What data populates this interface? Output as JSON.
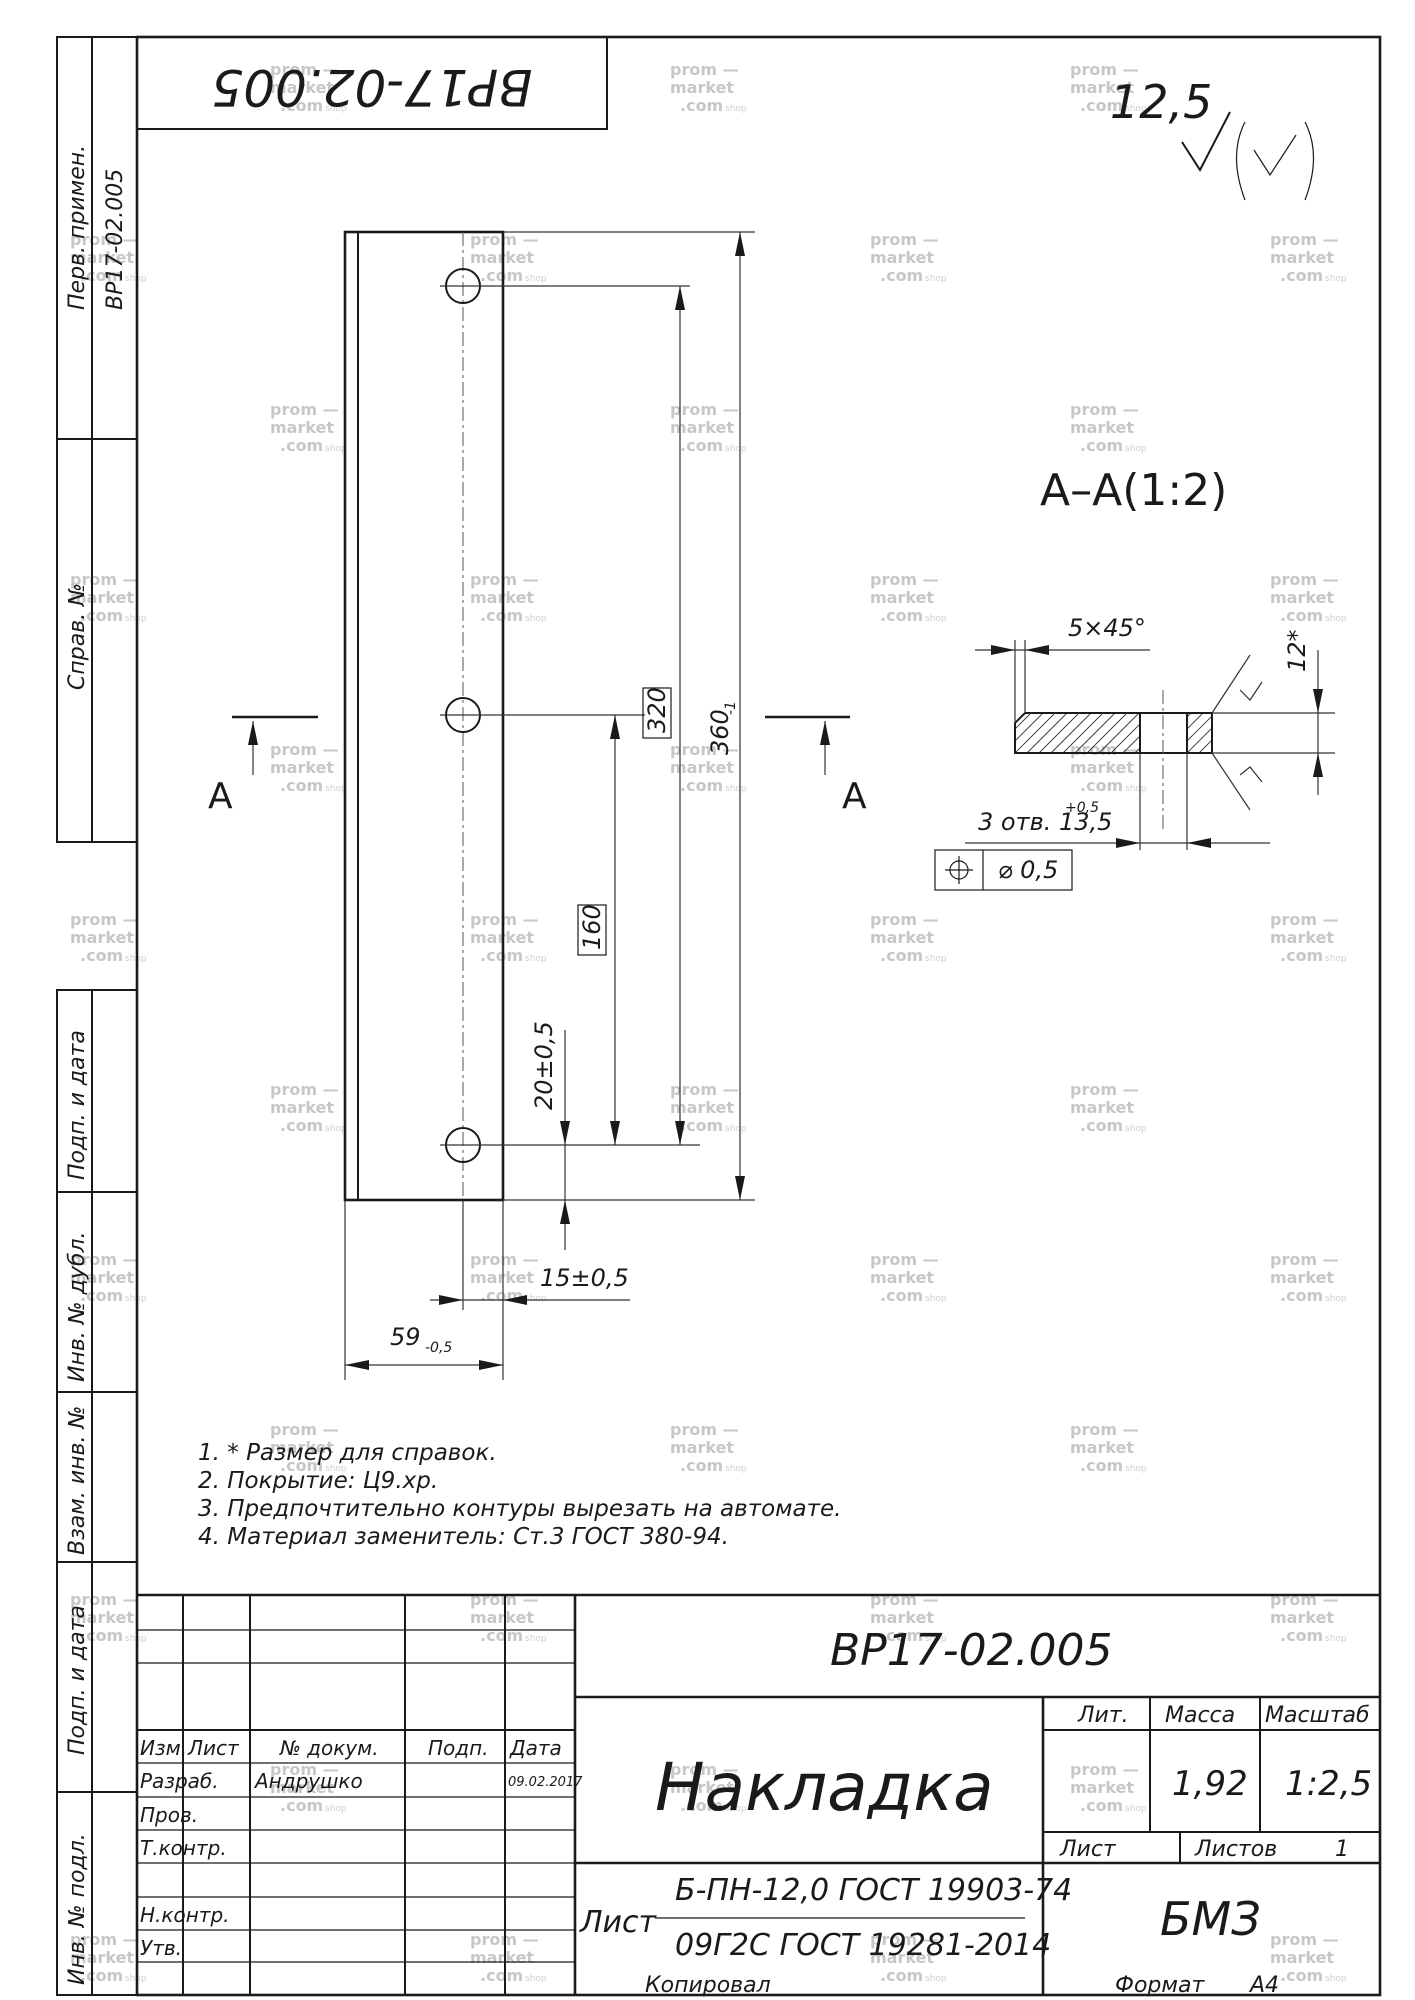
{
  "doc": {
    "code": "ВР17-02.005",
    "title": "Накладка",
    "material_line1": "Б-ПН-12,0 ГОСТ 19903-74",
    "material_line2": "09Г2С ГОСТ 19281-2014",
    "material_prefix": "Лист",
    "organization": "БМЗ",
    "mass": "1,92",
    "scale": "1:2,5",
    "sheets_count": "1",
    "developer": "Андрушко",
    "date": "09.02.2017",
    "copied": "Копировал",
    "format_label": "Формат",
    "format": "А4"
  },
  "labels": {
    "izm": "Изм.",
    "list": "Лист",
    "ndoc": "№ докум.",
    "podp": "Подп.",
    "data": "Дата",
    "razrab": "Разраб.",
    "prov": "Пров.",
    "tkontr": "Т.контр.",
    "nkontr": "Н.контр.",
    "utv": "Утв.",
    "lit": "Лит.",
    "massa": "Масса",
    "masshtab": "Масштаб",
    "list2": "Лист",
    "listov": "Листов"
  },
  "side": {
    "perv_primen": "Перв. примен.",
    "perv_value": "ВР17-02.005",
    "sprav": "Справ. №",
    "podp_data": "Подп. и дата",
    "inv_dubl": "Инв. № дубл.",
    "vzam_inv": "Взам. инв. №",
    "podp_data2": "Подп. и дата",
    "inv_podl": "Инв. № подл."
  },
  "drawing": {
    "roughness": "12,5",
    "section_label": "А–А(1:2)",
    "section_mark": "А",
    "dim_320": "320",
    "dim_360": "360",
    "dim_360_tol": "-1",
    "dim_160": "160",
    "dim_20": "20±0,5",
    "dim_15": "15±0,5",
    "dim_59": "59",
    "dim_59_tol": "-0,5",
    "chamfer": "5×45°",
    "thickness": "12*",
    "holes": "3 отв. 13,5",
    "holes_tol": "+0,5",
    "position_tol": "⌀ 0,5"
  },
  "notes": [
    "1.   * Размер для справок.",
    "2.   Покрытие: Ц9.хр.",
    "3.   Предпочтительно контуры вырезать на автомате.",
    "4.   Материал заменитель: Ст.3 ГОСТ 380-94."
  ],
  "watermark": {
    "line1": "prom",
    "line2": "market",
    "line3": "com",
    "shop": "shop"
  }
}
